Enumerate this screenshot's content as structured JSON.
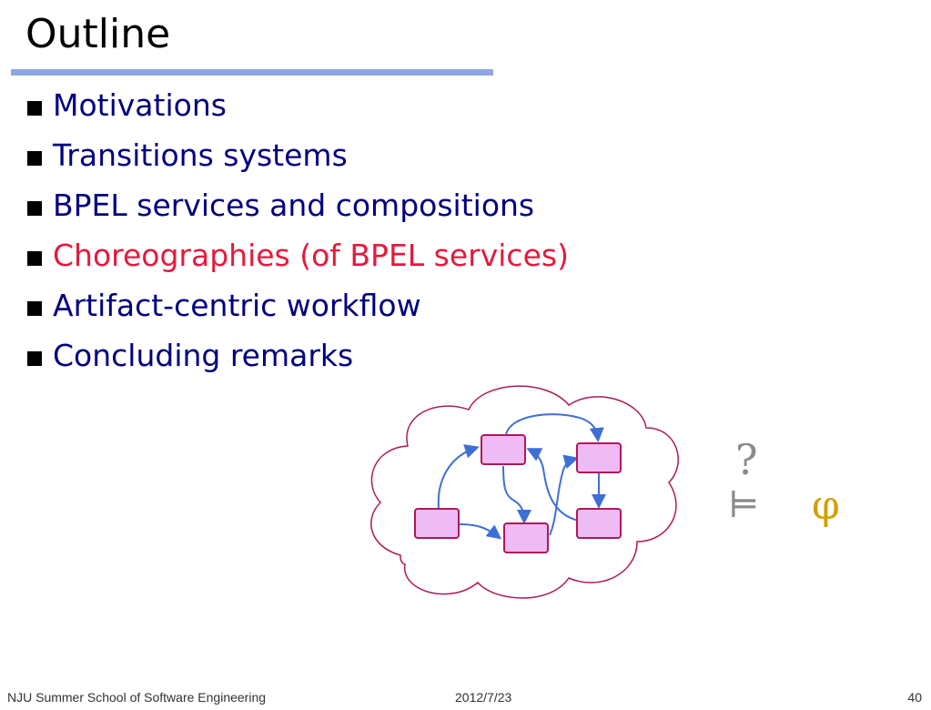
{
  "slide": {
    "title": "Outline",
    "bullets": [
      {
        "label": "Motivations",
        "highlight": false
      },
      {
        "label": "Transitions systems",
        "highlight": false
      },
      {
        "label": "BPEL services and compositions",
        "highlight": false
      },
      {
        "label": "Choreographies (of BPEL services)",
        "highlight": true
      },
      {
        "label": "Artifact-centric workflow",
        "highlight": false
      },
      {
        "label": "Concluding remarks",
        "highlight": false
      }
    ],
    "diagram": {
      "question_mark": "?",
      "models_symbol": "⊨",
      "formula_symbol": "φ"
    },
    "colors": {
      "title_bar": "#8fa6e6",
      "bullet_text": "#000080",
      "highlight_text": "#e6193c",
      "cloud_outline": "#b0185a",
      "node_fill": "#eebbf5",
      "node_border": "#b0185a",
      "arrow": "#3d6fd6",
      "phi": "#d4a000"
    }
  },
  "footer": {
    "left": "NJU Summer School of Software Engineering",
    "center": "2012/7/23",
    "right": "40"
  }
}
